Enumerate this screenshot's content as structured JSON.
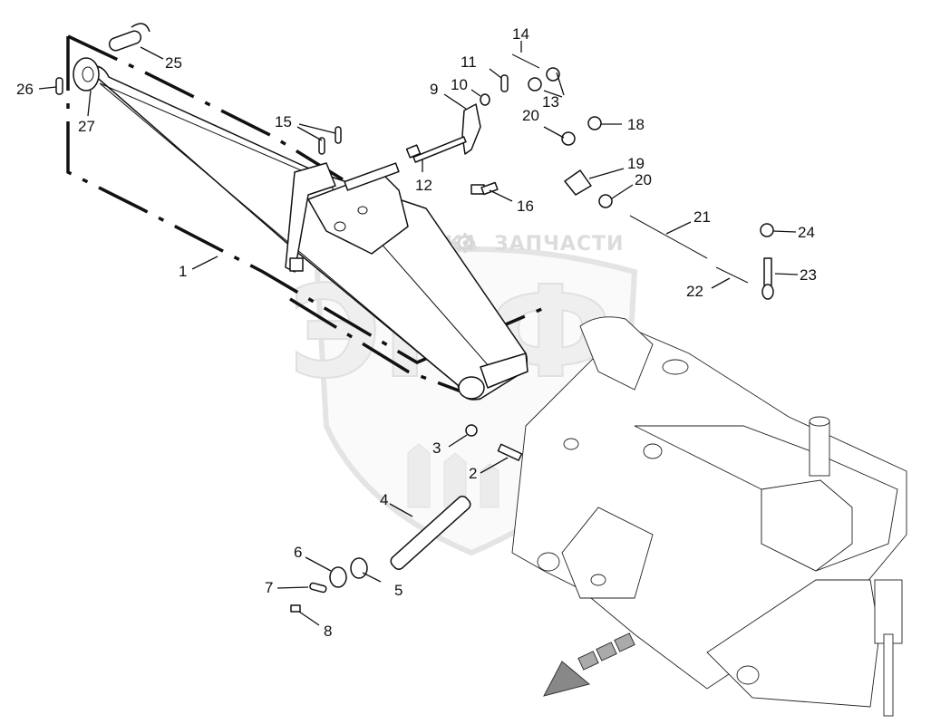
{
  "watermark": {
    "brand_left": "ТЕХНИКА",
    "brand_right": "ЗАПЧАСТИ",
    "seal_letters": "ЭПФ",
    "gear_icon": "gear-icon"
  },
  "callouts": [
    {
      "id": "c1",
      "label": "1"
    },
    {
      "id": "c2",
      "label": "2"
    },
    {
      "id": "c3",
      "label": "3"
    },
    {
      "id": "c4",
      "label": "4"
    },
    {
      "id": "c5",
      "label": "5"
    },
    {
      "id": "c6",
      "label": "6"
    },
    {
      "id": "c7",
      "label": "7"
    },
    {
      "id": "c8",
      "label": "8"
    },
    {
      "id": "c9",
      "label": "9"
    },
    {
      "id": "c10",
      "label": "10"
    },
    {
      "id": "c11",
      "label": "11"
    },
    {
      "id": "c12",
      "label": "12"
    },
    {
      "id": "c13",
      "label": "13"
    },
    {
      "id": "c14",
      "label": "14"
    },
    {
      "id": "c15",
      "label": "15"
    },
    {
      "id": "c16",
      "label": "16"
    },
    {
      "id": "c18",
      "label": "18"
    },
    {
      "id": "c19",
      "label": "19"
    },
    {
      "id": "c20a",
      "label": "20"
    },
    {
      "id": "c20b",
      "label": "20"
    },
    {
      "id": "c21",
      "label": "21"
    },
    {
      "id": "c22",
      "label": "22"
    },
    {
      "id": "c23",
      "label": "23"
    },
    {
      "id": "c24",
      "label": "24"
    },
    {
      "id": "c25",
      "label": "25"
    },
    {
      "id": "c26",
      "label": "26"
    },
    {
      "id": "c27",
      "label": "27"
    }
  ],
  "direction_arrow_icon": "direction-arrow-icon"
}
